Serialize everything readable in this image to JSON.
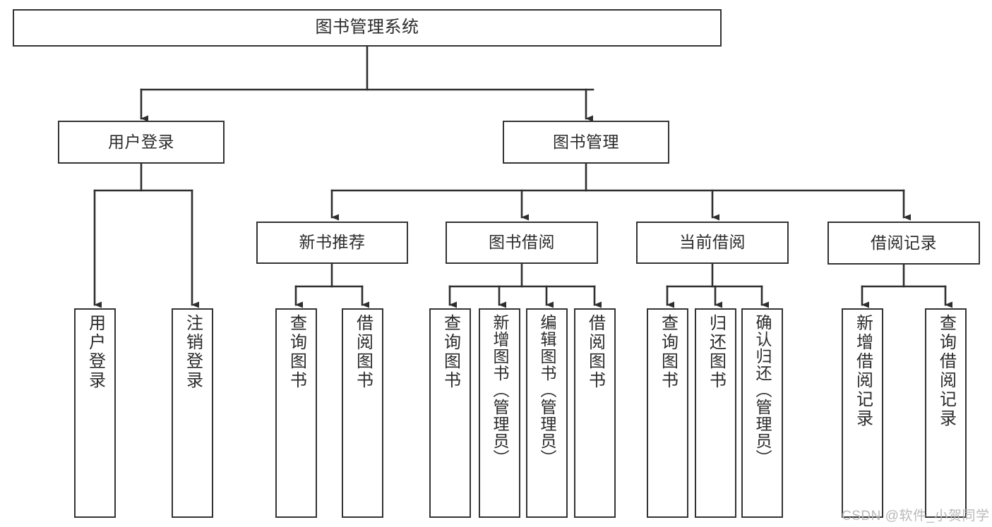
{
  "diagram": {
    "title": "图书管理系统",
    "type": "hierarchy-tree",
    "stroke_color": "#333333",
    "text_color": "#2b2b2b",
    "background_color": "#ffffff",
    "levels": 4,
    "nodes": {
      "root": {
        "label": "图书管理系统"
      },
      "level2": [
        {
          "label": "用户登录"
        },
        {
          "label": "图书管理"
        }
      ],
      "level3": [
        {
          "label": "新书推荐"
        },
        {
          "label": "图书借阅"
        },
        {
          "label": "当前借阅"
        },
        {
          "label": "借阅记录"
        }
      ],
      "leaves_user_login": [
        {
          "label": "用户登录"
        },
        {
          "label": "注销登录"
        }
      ],
      "leaves_new_book": [
        {
          "label": "查询图书"
        },
        {
          "label": "借阅图书"
        }
      ],
      "leaves_borrow": [
        {
          "label": "查询图书"
        },
        {
          "label": "新增图书（管理员）"
        },
        {
          "label": "编辑图书（管理员）"
        },
        {
          "label": "借阅图书"
        }
      ],
      "leaves_current": [
        {
          "label": "查询图书"
        },
        {
          "label": "归还图书"
        },
        {
          "label": "确认归还（管理员）"
        }
      ],
      "leaves_records": [
        {
          "label": "新增借阅记录"
        },
        {
          "label": "查询借阅记录"
        }
      ]
    }
  },
  "watermark": {
    "text": "CSDN @软件_小贺同学"
  }
}
